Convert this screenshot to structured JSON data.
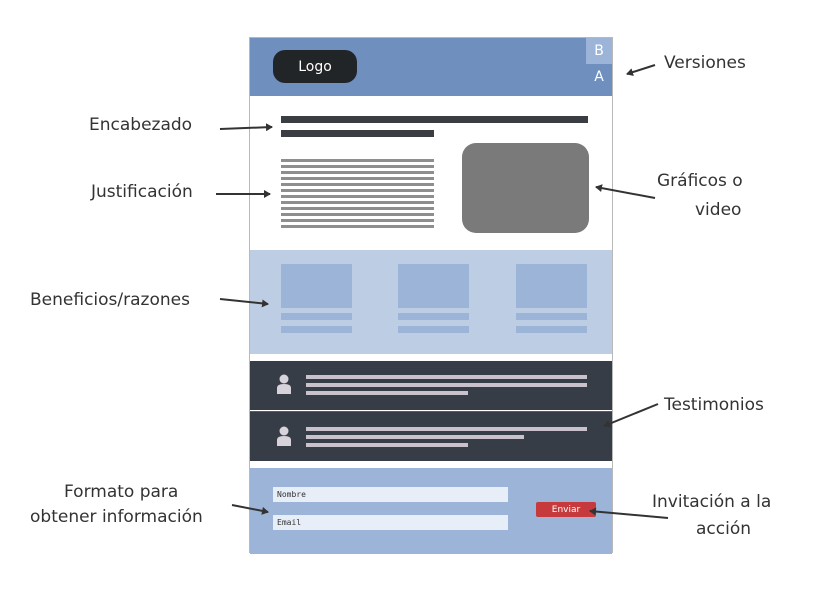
{
  "mockup": {
    "logo": "Logo",
    "version_b": "B",
    "version_a": "A",
    "form": {
      "name_placeholder": "Nombre",
      "email_placeholder": "Email",
      "send_label": "Enviar"
    }
  },
  "annotations": {
    "versiones": "Versiones",
    "encabezado": "Encabezado",
    "justificacion": "Justificación",
    "graficos_line1": "Gráficos o",
    "graficos_line2": "video",
    "beneficios": "Beneficios/razones",
    "testimonios": "Testimonios",
    "formato_line1": "Formato para",
    "formato_line2": "obtener información",
    "invitacion_line1": "Invitación a la",
    "invitacion_line2": "acción"
  },
  "colors": {
    "header_blue": "#6f8fbe",
    "light_blue": "#bccde4",
    "mid_blue": "#9cb4d8",
    "testimonial_dark": "#373d47",
    "cta_red": "#c6393c"
  }
}
